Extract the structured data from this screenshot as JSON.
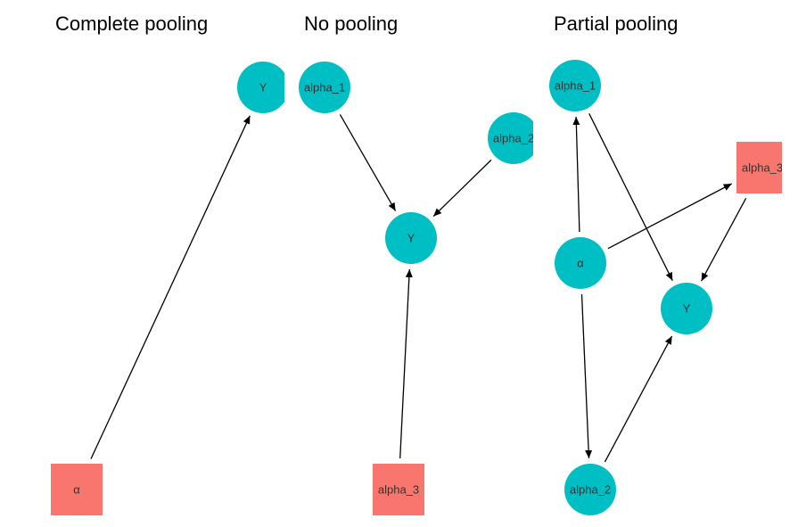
{
  "colors": {
    "circle_node": "#00BFC4",
    "square_node": "#F8766D",
    "edge": "#000000"
  },
  "panels": [
    {
      "id": "complete",
      "title": "Complete pooling",
      "nodes": [
        {
          "id": "Y",
          "label": "Y",
          "shape": "circle"
        },
        {
          "id": "alpha",
          "label": "α",
          "shape": "square"
        }
      ],
      "edges": [
        {
          "from": "alpha",
          "to": "Y"
        }
      ]
    },
    {
      "id": "nopool",
      "title": "No pooling",
      "nodes": [
        {
          "id": "alpha_1",
          "label": "alpha_1",
          "shape": "circle"
        },
        {
          "id": "alpha_2",
          "label": "alpha_2",
          "shape": "circle"
        },
        {
          "id": "Y",
          "label": "Y",
          "shape": "circle"
        },
        {
          "id": "alpha_3",
          "label": "alpha_3",
          "shape": "square"
        }
      ],
      "edges": [
        {
          "from": "alpha_1",
          "to": "Y"
        },
        {
          "from": "alpha_2",
          "to": "Y"
        },
        {
          "from": "alpha_3",
          "to": "Y"
        }
      ]
    },
    {
      "id": "partial",
      "title": "Partial pooling",
      "nodes": [
        {
          "id": "alpha_1",
          "label": "alpha_1",
          "shape": "circle"
        },
        {
          "id": "alpha_3",
          "label": "alpha_3",
          "shape": "square"
        },
        {
          "id": "alpha",
          "label": "α",
          "shape": "circle"
        },
        {
          "id": "Y",
          "label": "Y",
          "shape": "circle"
        },
        {
          "id": "alpha_2",
          "label": "alpha_2",
          "shape": "circle"
        }
      ],
      "edges": [
        {
          "from": "alpha",
          "to": "alpha_1"
        },
        {
          "from": "alpha",
          "to": "alpha_3"
        },
        {
          "from": "alpha",
          "to": "alpha_2"
        },
        {
          "from": "alpha_1",
          "to": "Y"
        },
        {
          "from": "alpha_3",
          "to": "Y"
        },
        {
          "from": "alpha_2",
          "to": "Y"
        }
      ]
    }
  ]
}
